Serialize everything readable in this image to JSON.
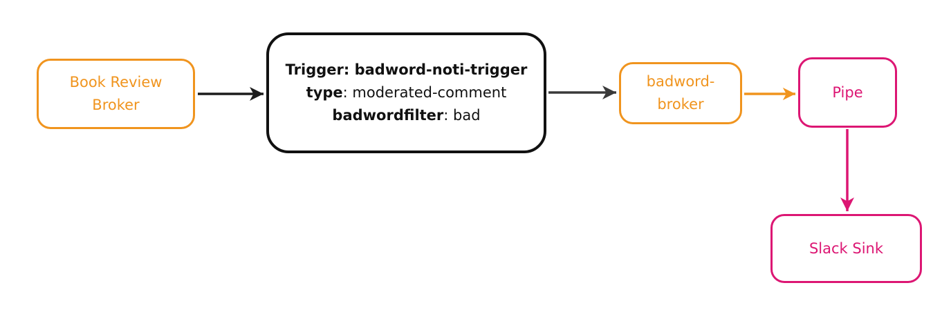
{
  "colors": {
    "orange": "#F0941E",
    "pink": "#DC1673",
    "node_black": "#111111",
    "arrow_black": "#1C1C1C",
    "arrow_dark": "#3A3A3A",
    "background": "#FFFFFF"
  },
  "nodes": {
    "book_review_broker": {
      "lines": [
        "Book Review",
        "Broker"
      ]
    },
    "trigger": {
      "line1": "Trigger: badword-noti-trigger",
      "line2_key": "type",
      "line2_value": ": moderated-comment",
      "line3_key": "badwordfilter",
      "line3_value": ": bad"
    },
    "badword_broker": {
      "lines": [
        "badword-",
        "broker"
      ]
    },
    "pipe": {
      "label": "Pipe"
    },
    "slack_sink": {
      "label": "Slack Sink"
    }
  },
  "edges": [
    {
      "from": "book_review_broker",
      "to": "trigger",
      "color": "arrow_black"
    },
    {
      "from": "trigger",
      "to": "badword_broker",
      "color": "arrow_dark"
    },
    {
      "from": "badword_broker",
      "to": "pipe",
      "color": "orange"
    },
    {
      "from": "pipe",
      "to": "slack_sink",
      "color": "pink"
    }
  ]
}
